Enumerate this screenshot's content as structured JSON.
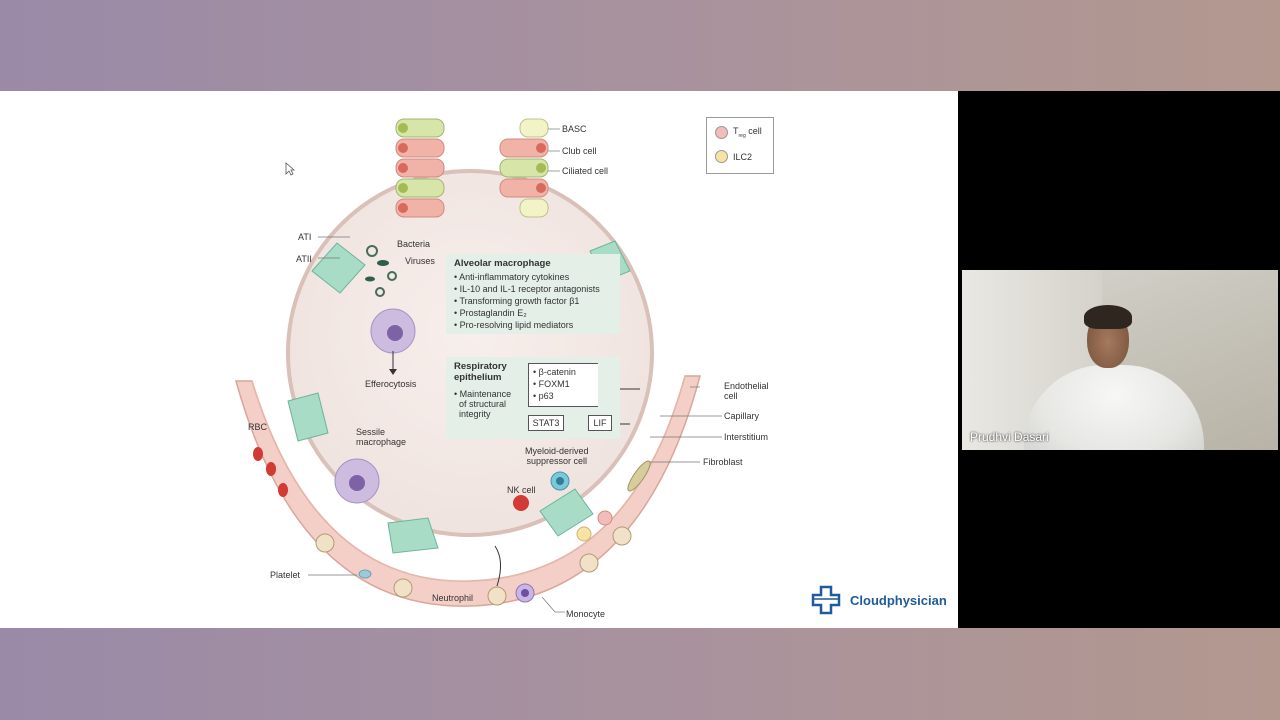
{
  "diagram": {
    "legend": [
      {
        "label": "T",
        "sub": "reg",
        "suffix": " cell",
        "color": "#f2bcb8"
      },
      {
        "label": "ILC2",
        "sub": "",
        "suffix": "",
        "color": "#f7e3a4"
      }
    ],
    "labels": {
      "basc": "BASC",
      "club_cell": "Club cell",
      "ciliated_cell": "Ciliated cell",
      "ati": "ATI",
      "atii": "ATII",
      "bacteria": "Bacteria",
      "viruses": "Viruses",
      "efferocytosis": "Efferocytosis",
      "rbc": "RBC",
      "sessile_macrophage": "Sessile\nmacrophage",
      "endothelial_cell": "Endothelial\ncell",
      "capillary": "Capillary",
      "interstitium": "Interstitium",
      "fibroblast": "Fibroblast",
      "myeloid_suppressor": "Myeloid-derived\nsuppressor cell",
      "nk_cell": "NK cell",
      "platelet": "Platelet",
      "neutrophil": "Neutrophil",
      "monocyte": "Monocyte"
    },
    "alveolar_macrophage": {
      "title": "Alveolar macrophage",
      "items": [
        "• Anti-inflammatory cytokines",
        "• IL-10 and IL-1 receptor antagonists",
        "• Transforming growth factor β1",
        "• Prostaglandin E₂",
        "• Pro-resolving lipid mediators"
      ]
    },
    "respiratory_epithelium": {
      "title": "Respiratory\nepithelium",
      "items": [
        "• Maintenance\n  of structural\n  integrity"
      ],
      "markers": [
        "• β-catenin",
        "• FOXM1",
        "• p63"
      ],
      "stat3": "STAT3",
      "lif": "LIF"
    }
  },
  "logo": {
    "text": "Cloudphysician",
    "color": "#1f5a9a"
  },
  "webcam": {
    "name": "Prudhvi Dasari"
  }
}
